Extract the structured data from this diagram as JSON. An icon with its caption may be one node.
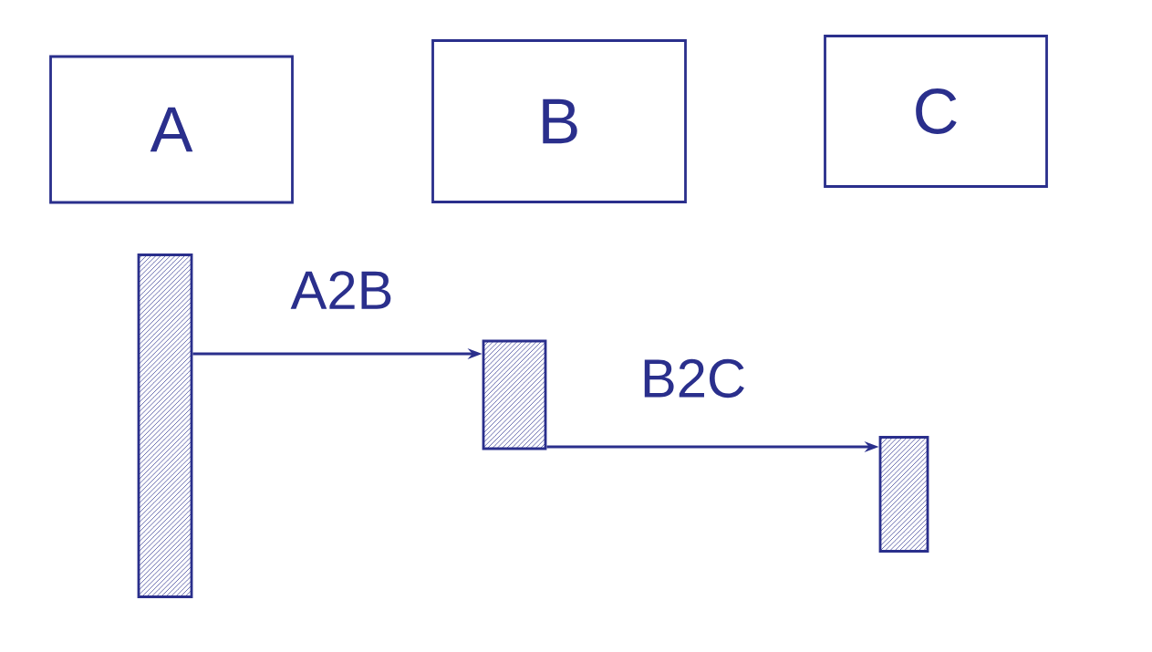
{
  "diagram": {
    "nodes": [
      {
        "text": [
          "A"
        ]
      },
      {
        "text": [
          "B"
        ]
      },
      {
        "text": [
          "C"
        ]
      },
      {
        "text": [],
        "shape": "bar"
      },
      {
        "text": [],
        "shape": "bar"
      },
      {
        "text": [],
        "shape": "bar"
      }
    ],
    "edges": [
      {
        "from": 3,
        "to": 4,
        "arrow": "to",
        "label": "A2B"
      },
      {
        "from": 4,
        "to": 5,
        "arrow": "to",
        "label": "B2C"
      }
    ]
  }
}
